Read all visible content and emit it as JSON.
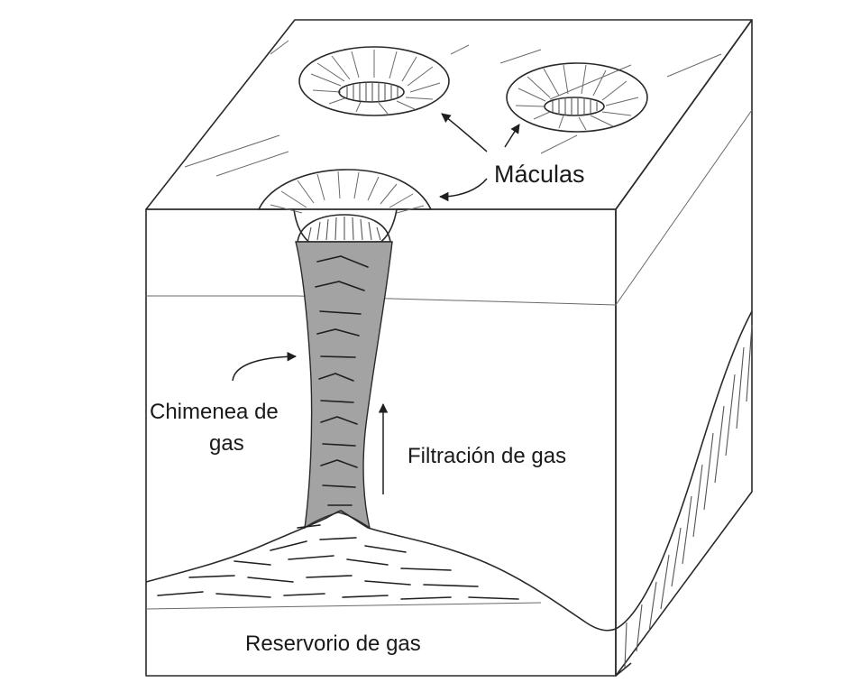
{
  "labels": {
    "maculas": "Máculas",
    "chimney_line1": "Chimenea de",
    "chimney_line2": "gas",
    "filtration": "Filtración de gas",
    "reservoir": "Reservorio de gas"
  },
  "colors": {
    "chimney_fill": "#a3a3a3",
    "line": "#2a2a2a",
    "background": "#ffffff"
  }
}
